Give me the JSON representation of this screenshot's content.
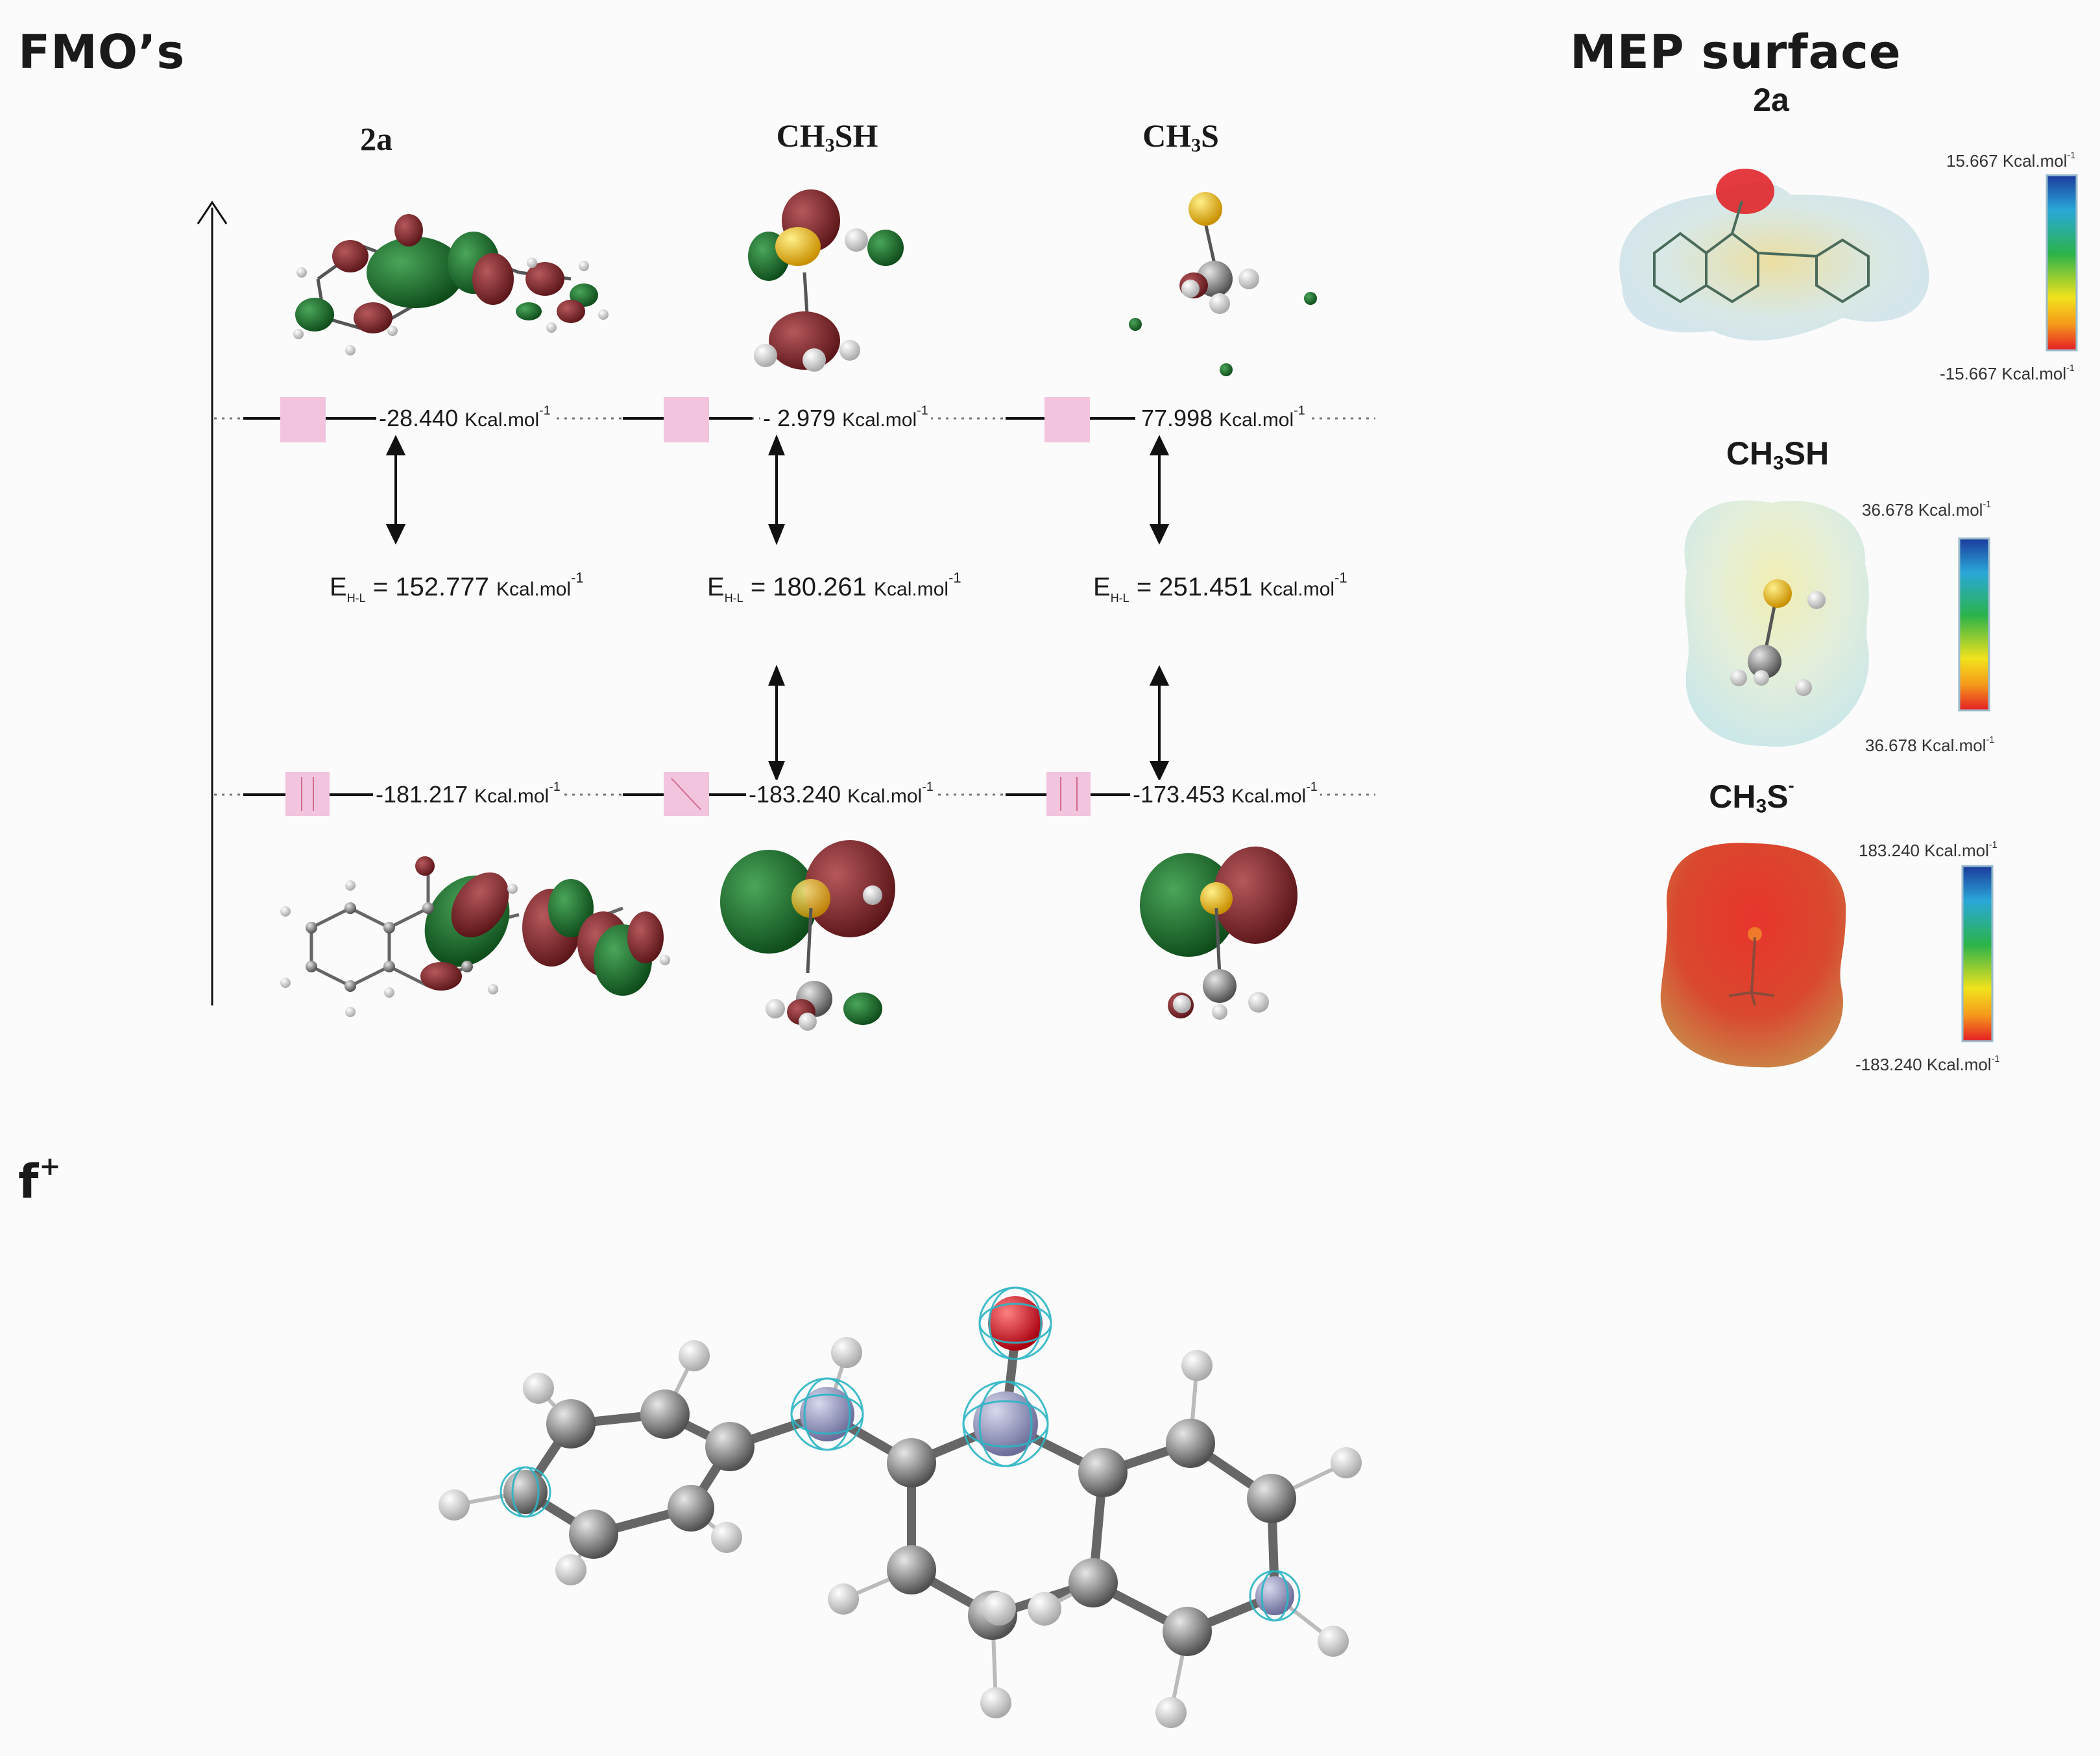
{
  "titles": {
    "fmo": "FMO’s",
    "mep": "MEP surface",
    "fplus_main": "f",
    "fplus_sup": "+"
  },
  "fmo": {
    "columns": [
      {
        "name_pre": "2a",
        "name_sub": "",
        "name_post": "",
        "name_sup": ""
      },
      {
        "name_pre": "CH",
        "name_sub": "3",
        "name_post": "SH",
        "name_sup": ""
      },
      {
        "name_pre": "CH",
        "name_sub": "3",
        "name_post": "S",
        "name_sup": ""
      }
    ],
    "lumo_levels": [
      "-28.440",
      "- 2.979",
      "77.998"
    ],
    "homo_levels": [
      "-181.217",
      "-183.240",
      "-173.453"
    ],
    "level_unit": "Kcal.mol",
    "level_unit_sup": "-1",
    "gap": {
      "symbol": "E",
      "subscript": "H-L",
      "values": [
        "152.777",
        "180.261",
        "251.451"
      ],
      "unit": "Kcal.mol",
      "unit_sup": "-1"
    }
  },
  "mep": {
    "items": [
      {
        "name_pre": "2a",
        "name_sub": "",
        "name_post": "",
        "name_sup": "",
        "max": "15.667",
        "min": "-15.667"
      },
      {
        "name_pre": "CH",
        "name_sub": "3",
        "name_post": "SH",
        "name_sup": "",
        "max": "36.678",
        "min": "36.678"
      },
      {
        "name_pre": "CH",
        "name_sub": "3",
        "name_post": "S",
        "name_sup": "-",
        "max": "183.240",
        "min": "-183.240"
      }
    ],
    "unit": "Kcal.mol",
    "unit_sup": "-1"
  },
  "colors": {
    "orbital_red": "#7a2226",
    "orbital_green": "#1d6b2a",
    "pink": "#f3c4de",
    "carbon": "#7d7d7d",
    "sulfur": "#e0b400",
    "oxygen": "#d21a2a",
    "nitrogen": "#8d8fb8",
    "fukui_mesh": "#2bb5c4"
  }
}
